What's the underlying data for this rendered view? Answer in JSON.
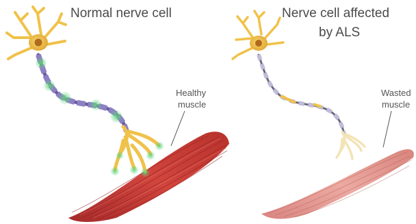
{
  "panels": {
    "normal": {
      "title": "Normal nerve cell",
      "muscle_label_line1": "Healthy",
      "muscle_label_line2": "muscle"
    },
    "als": {
      "title_line1": "Nerve cell affected",
      "title_line2": "by ALS",
      "muscle_label_line1": "Wasted",
      "muscle_label_line2": "muscle"
    }
  },
  "colors": {
    "cell_body": "#f0c24a",
    "nucleus": "#b06a1c",
    "myelin_normal": "#7c6fb3",
    "myelin_als": "#b4b0d0",
    "glow": "#5fd47a",
    "muscle_healthy": "#c23a3a",
    "muscle_wasted": "#d98a84"
  }
}
